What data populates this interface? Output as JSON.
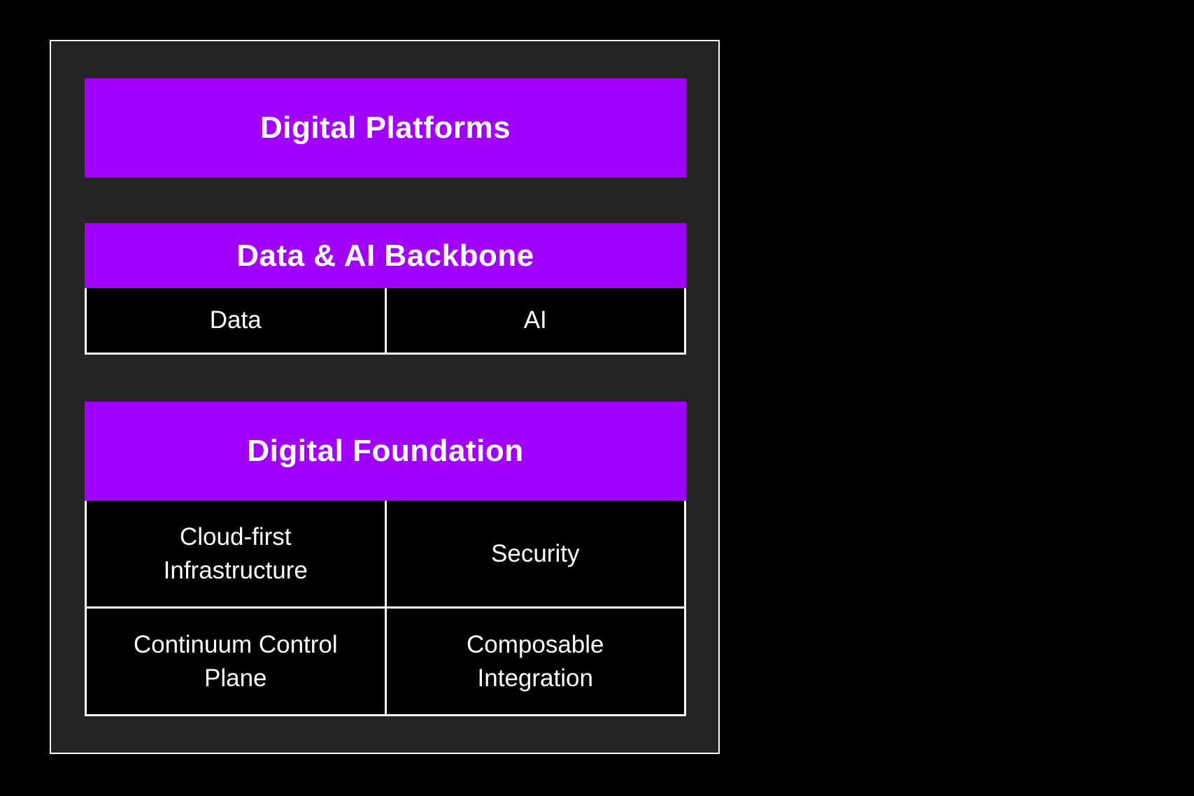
{
  "colors": {
    "page_background": "#000000",
    "panel_background": "#232323",
    "accent_purple": "#A100FF",
    "cell_background": "#000000",
    "border_white": "#FFFFFF",
    "text_white": "#FFFFFF"
  },
  "diagram": {
    "top_block": {
      "label": "Digital Platforms"
    },
    "data_ai_section": {
      "header": "Data & AI Backbone",
      "cells": [
        "Data",
        "AI"
      ]
    },
    "foundation_section": {
      "header": "Digital Foundation",
      "cells": [
        "Cloud-first Infrastructure",
        "Security",
        "Continuum Control Plane",
        "Composable Integration"
      ]
    }
  }
}
